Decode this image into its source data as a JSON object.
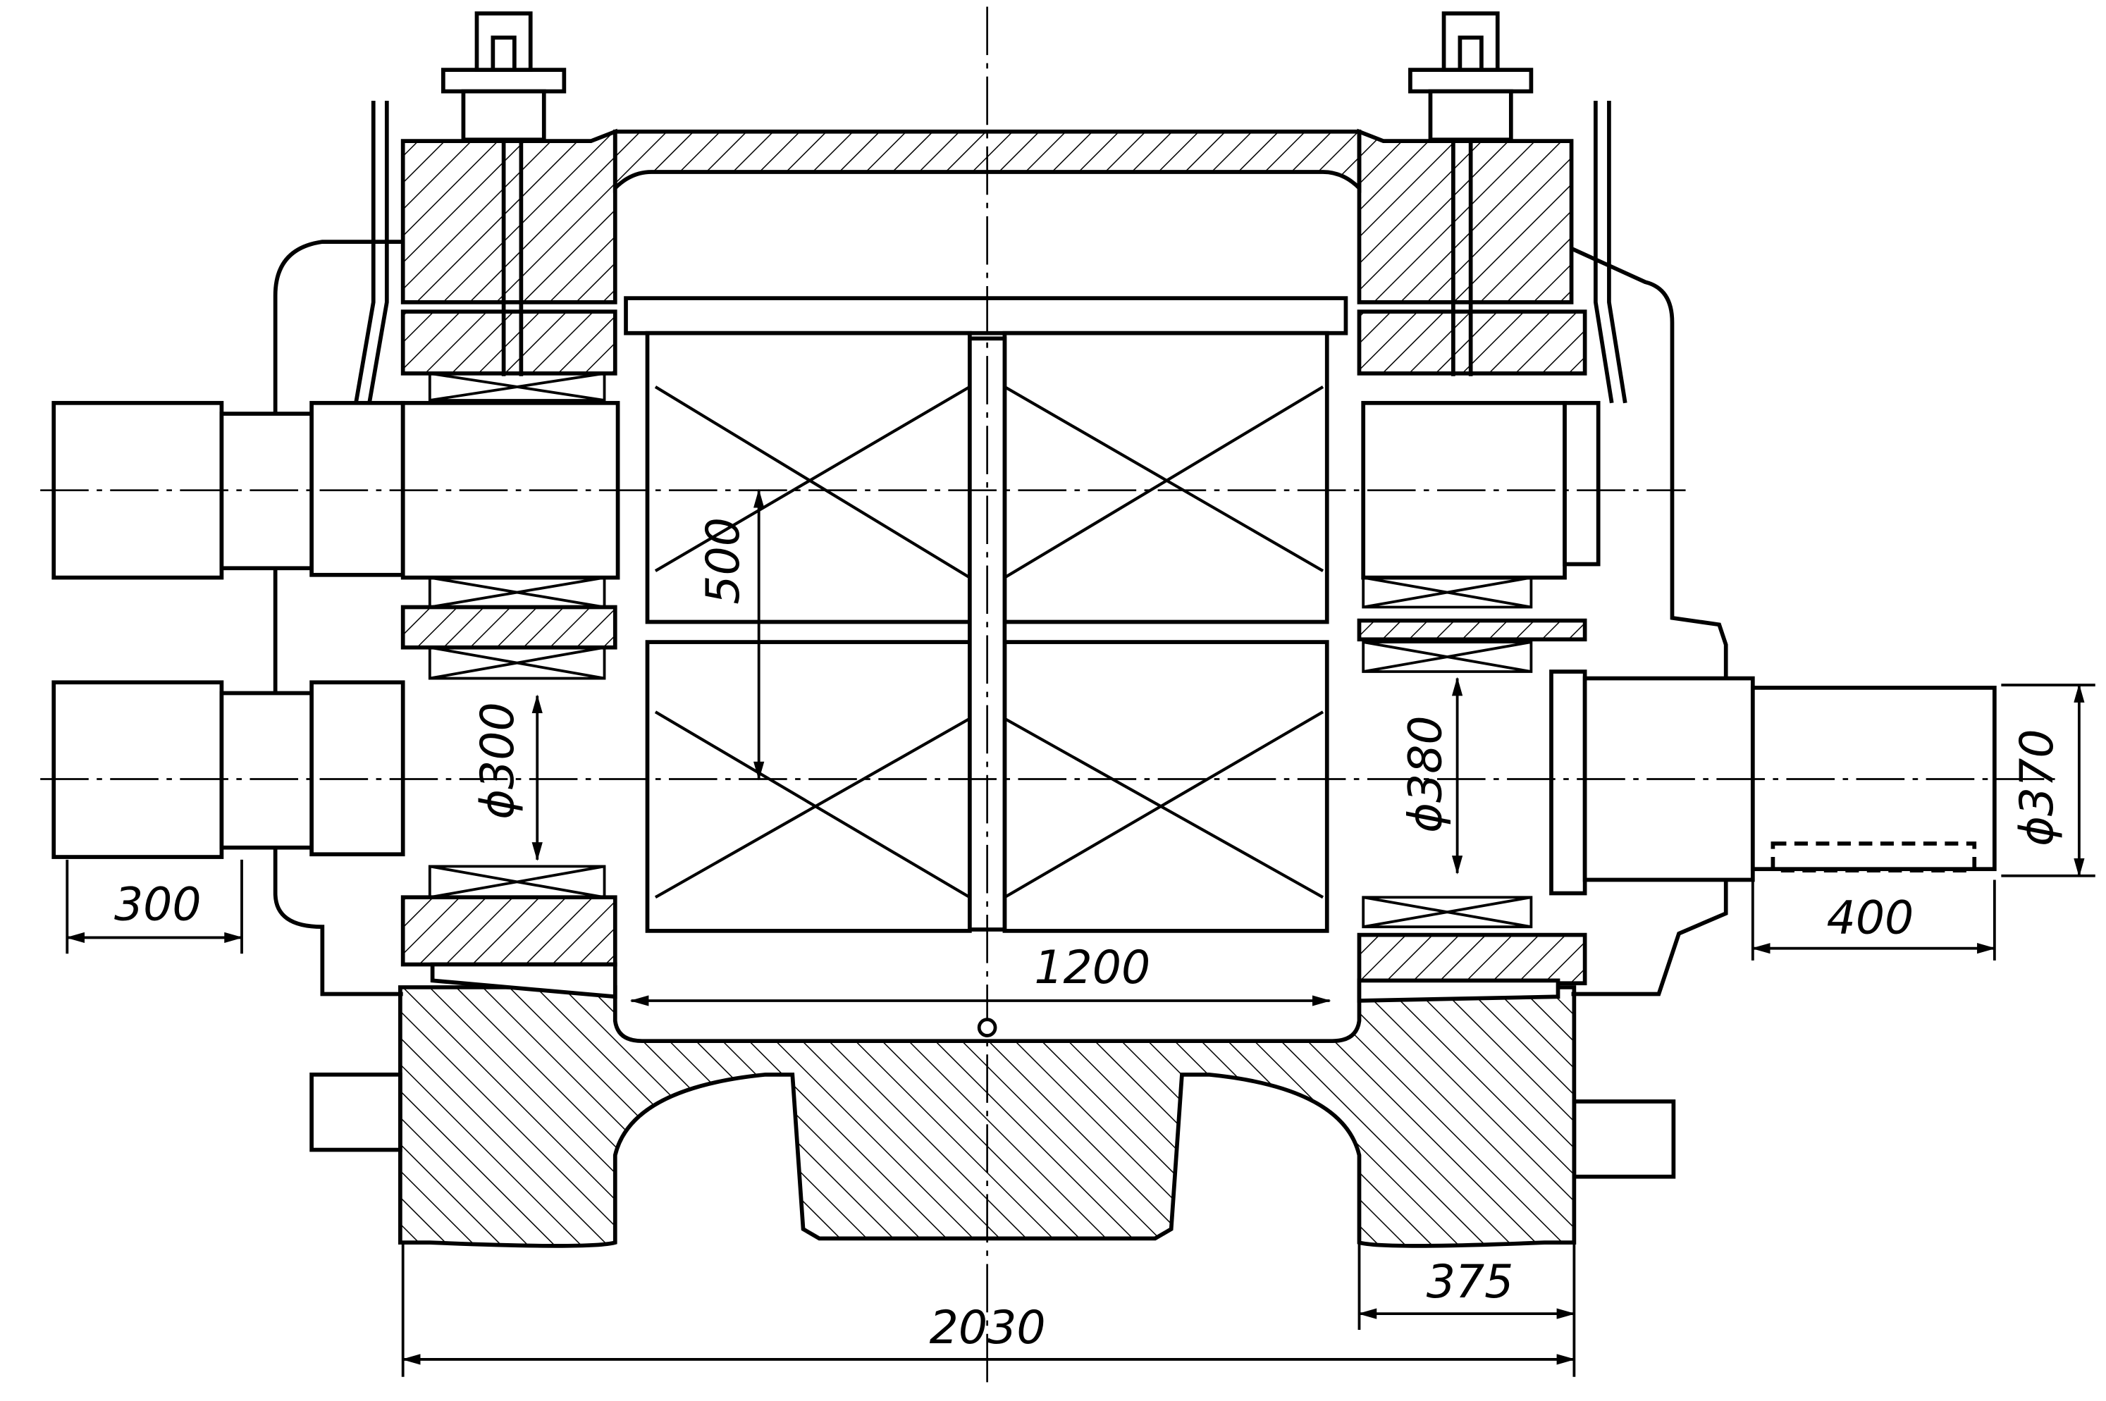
{
  "colors": {
    "line": "#000000",
    "hatch": "#000000",
    "paper": "#ffffff"
  },
  "dimensions": {
    "shaft_left_length": "300",
    "roll_diameter": "500",
    "journal_diameter_left": "ϕ300",
    "roll_length": "1200",
    "journal_diameter_right": "ϕ380",
    "shaft_right_diameter": "ϕ370",
    "shaft_right_length": "400",
    "housing_foot_width": "375",
    "overall_width": "2030"
  }
}
